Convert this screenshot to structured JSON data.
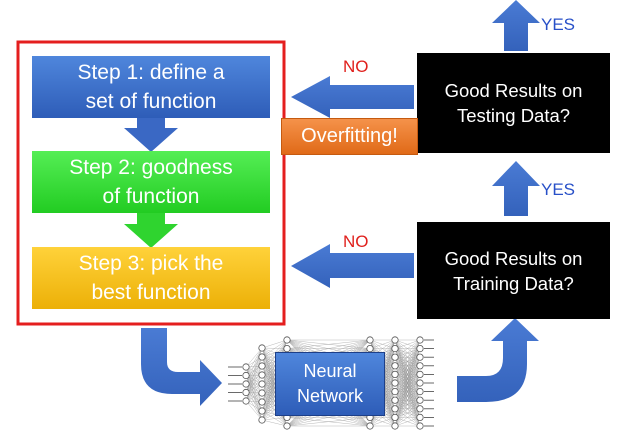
{
  "steps": {
    "step1": "Step 1: define a\nset of function",
    "step2": "Step 2: goodness\nof function",
    "step3": "Step 3: pick the\nbest function"
  },
  "decisions": {
    "testing": "Good Results on\nTesting Data?",
    "training": "Good Results on\nTraining Data?"
  },
  "branch_labels": {
    "yes_top": "YES",
    "yes_middle": "YES",
    "no_top": "NO",
    "no_bottom": "NO"
  },
  "overfitting": "Overfitting!",
  "network": "Neural\nNetwork",
  "colors": {
    "step1": "#3b6fcf",
    "step2": "#33dd33",
    "step3": "#f7c21b",
    "frame": "#e41e1e",
    "arrow": "#3f6fc6",
    "overfitting": "#ea7a2c",
    "no_label": "#e0201c",
    "yes_label": "#2850c8"
  }
}
